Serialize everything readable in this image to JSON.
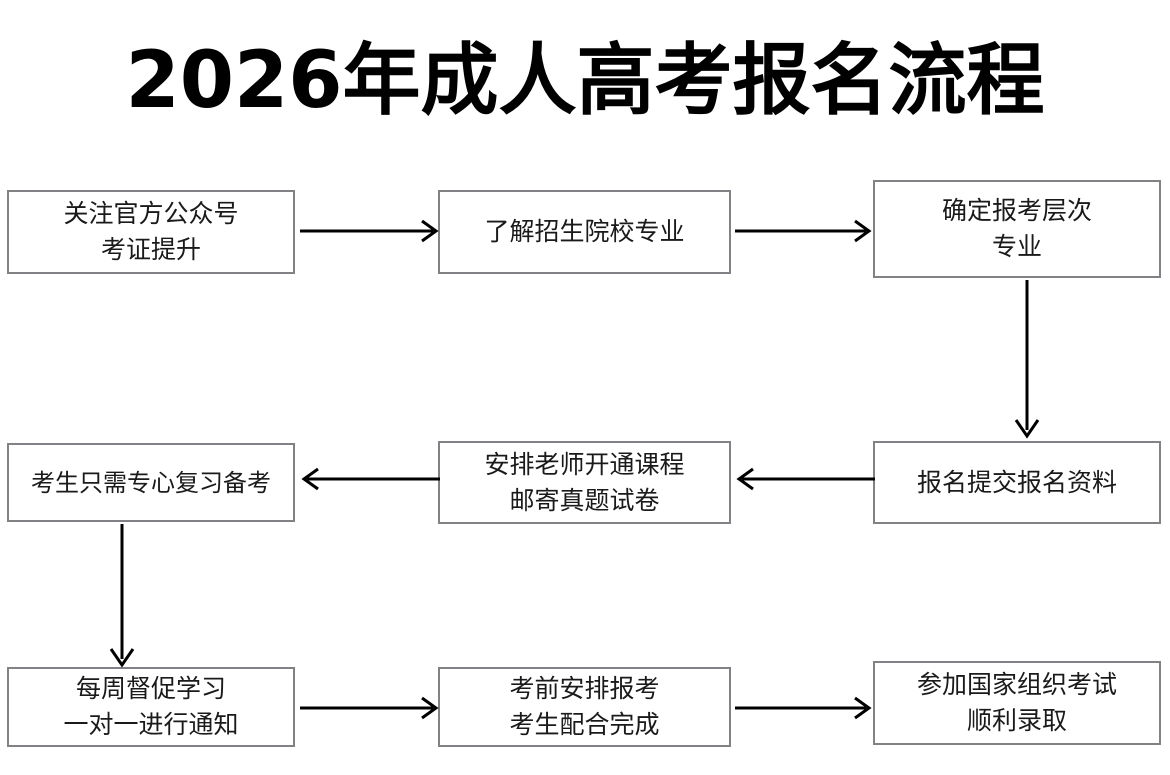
{
  "page": {
    "title": "2026年成人高考报名流程",
    "background_color": "#ffffff",
    "box_border_color": "#808285",
    "text_color": "#1a1a1a",
    "arrow_color": "#000000"
  },
  "flowchart": {
    "type": "process-flow",
    "columns": 3,
    "rows": 3,
    "nodes": [
      {
        "id": "node-1",
        "lines": [
          "关注官方公众号",
          "考证提升"
        ],
        "row": 1,
        "col": 1
      },
      {
        "id": "node-2",
        "lines": [
          "了解招生院校专业"
        ],
        "row": 1,
        "col": 2
      },
      {
        "id": "node-3",
        "lines": [
          "确定报考层次",
          "专业"
        ],
        "row": 1,
        "col": 3
      },
      {
        "id": "node-4",
        "lines": [
          "考生只需专心复习备考"
        ],
        "row": 2,
        "col": 1
      },
      {
        "id": "node-5",
        "lines": [
          "安排老师开通课程",
          "邮寄真题试卷"
        ],
        "row": 2,
        "col": 2
      },
      {
        "id": "node-6",
        "lines": [
          "报名提交报名资料"
        ],
        "row": 2,
        "col": 3
      },
      {
        "id": "node-7",
        "lines": [
          "每周督促学习",
          "一对一进行通知"
        ],
        "row": 3,
        "col": 1
      },
      {
        "id": "node-8",
        "lines": [
          "考前安排报考",
          "考生配合完成"
        ],
        "row": 3,
        "col": 2
      },
      {
        "id": "node-9",
        "lines": [
          "参加国家组织考试",
          "顺利录取"
        ],
        "row": 3,
        "col": 3
      }
    ],
    "connectors": [
      {
        "id": "conn-1",
        "from": "node-1",
        "to": "node-2",
        "direction": "right"
      },
      {
        "id": "conn-2",
        "from": "node-2",
        "to": "node-3",
        "direction": "right"
      },
      {
        "id": "conn-3",
        "from": "node-3",
        "to": "node-6",
        "direction": "down"
      },
      {
        "id": "conn-4",
        "from": "node-5",
        "to": "node-4",
        "direction": "left"
      },
      {
        "id": "conn-5",
        "from": "node-6",
        "to": "node-5",
        "direction": "left"
      },
      {
        "id": "conn-6",
        "from": "node-4",
        "to": "node-7",
        "direction": "down"
      },
      {
        "id": "conn-7",
        "from": "node-7",
        "to": "node-8",
        "direction": "right"
      },
      {
        "id": "conn-8",
        "from": "node-8",
        "to": "node-9",
        "direction": "right"
      }
    ]
  }
}
